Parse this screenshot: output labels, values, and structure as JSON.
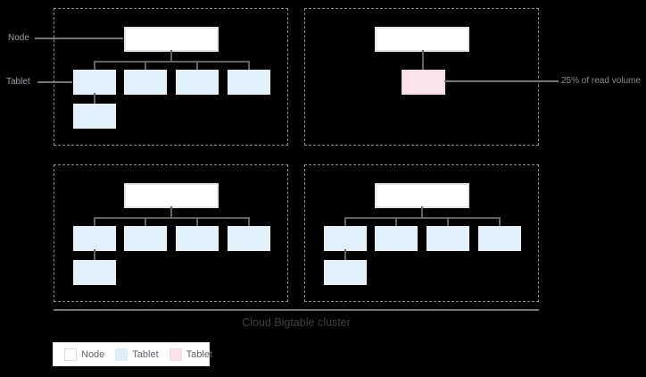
{
  "labels": {
    "node": "Node",
    "tablet": "Tablet",
    "read_volume": "25% of read volume",
    "caption": "Cloud Bigtable cluster"
  },
  "diagram": {
    "type": "cluster-topology",
    "clusters": [
      {
        "position": "top-left",
        "nodes": 1,
        "tablets": 5,
        "tablet_style": "normal"
      },
      {
        "position": "top-right",
        "nodes": 1,
        "tablets": 1,
        "tablet_style": "hot",
        "annotation": "25% of read volume"
      },
      {
        "position": "bottom-left",
        "nodes": 1,
        "tablets": 5,
        "tablet_style": "normal"
      },
      {
        "position": "bottom-right",
        "nodes": 1,
        "tablets": 5,
        "tablet_style": "normal"
      }
    ],
    "colors": {
      "background": "#000000",
      "node_fill": "#ffffff",
      "node_border": "#e4e4e4",
      "tablet_fill": "#e1f1fb",
      "hot_tablet_fill": "#fbe3ec",
      "connector": "#5f6368",
      "dashed_border": "#8a8f93",
      "pointer_label_text": "#9aa0a6",
      "caption_text": "#3c4043"
    }
  },
  "legend": {
    "items": [
      {
        "label": "Node",
        "fill": "#ffffff"
      },
      {
        "label": "Tablet",
        "fill": "#e1f1fb"
      },
      {
        "label": "Tablet",
        "fill": "#fbe3ec"
      }
    ]
  }
}
